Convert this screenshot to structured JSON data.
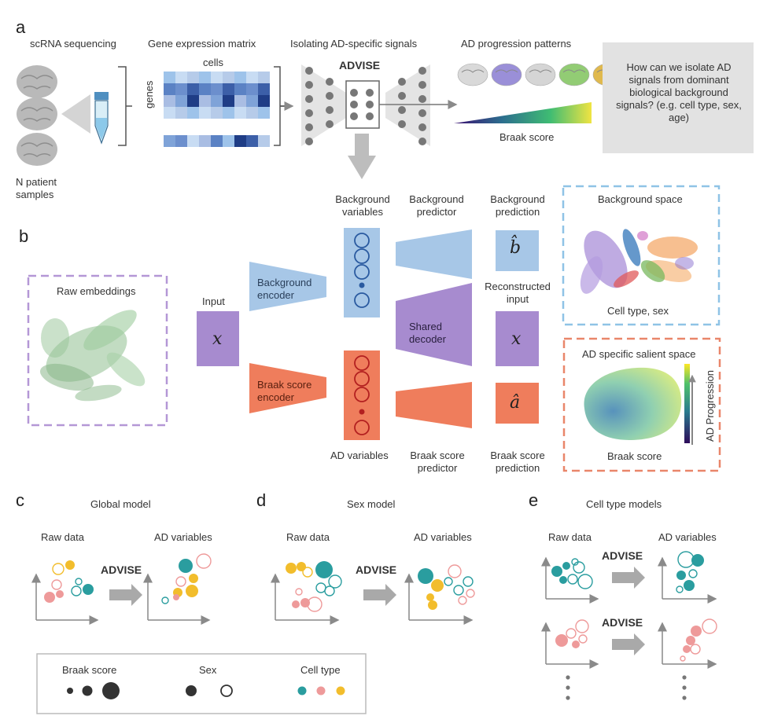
{
  "panels": {
    "a": "a",
    "b": "b",
    "c": "c",
    "d": "d",
    "e": "e"
  },
  "a": {
    "scrna": "scRNA sequencing",
    "matrix": "Gene expression matrix",
    "cells": "cells",
    "genes": "genes",
    "isolating": "Isolating AD-specific signals",
    "advise": "ADVISE",
    "patterns": "AD progression patterns",
    "braak": "Braak score",
    "n_patient": "N patient samples",
    "question": "How can we isolate AD signals from dominant biological background signals? (e.g. cell type, sex, age)"
  },
  "b": {
    "raw_embeddings": "Raw embeddings",
    "input": "Input",
    "x": "x",
    "bg_encoder": "Background encoder",
    "braak_encoder": "Braak score encoder",
    "bg_variables": "Background variables",
    "ad_variables": "AD variables",
    "bg_predictor": "Background predictor",
    "shared_decoder": "Shared decoder",
    "braak_predictor": "Braak score predictor",
    "bg_prediction": "Background prediction",
    "reconstructed": "Reconstructed input",
    "braak_prediction": "Braak score prediction",
    "b_hat": "b̂",
    "a_hat": "â",
    "bg_space": "Background space",
    "cell_type_sex": "Cell type, sex",
    "salient_space": "AD specific salient space",
    "ad_progression": "AD Progression",
    "braak_score": "Braak score"
  },
  "c": {
    "title": "Global model",
    "raw": "Raw data",
    "ad": "AD variables",
    "advise": "ADVISE"
  },
  "d": {
    "title": "Sex model",
    "raw": "Raw data",
    "ad": "AD variables",
    "advise": "ADVISE"
  },
  "e": {
    "title": "Cell type models",
    "raw": "Raw data",
    "ad": "AD variables",
    "advise": "ADVISE"
  },
  "legend": {
    "braak": "Braak score",
    "sex": "Sex",
    "cell_type": "Cell type"
  },
  "colors": {
    "blue_block": "#a7c7e7",
    "purple_block": "#a78bcf",
    "orange_block": "#ef7d5c",
    "teal": "#2a9d9f",
    "pink": "#ee9a9a",
    "yellow": "#f2bd2c",
    "dash_blue": "#8fc3e6",
    "dash_orange": "#e9866a",
    "dash_purple": "#b497d6"
  }
}
